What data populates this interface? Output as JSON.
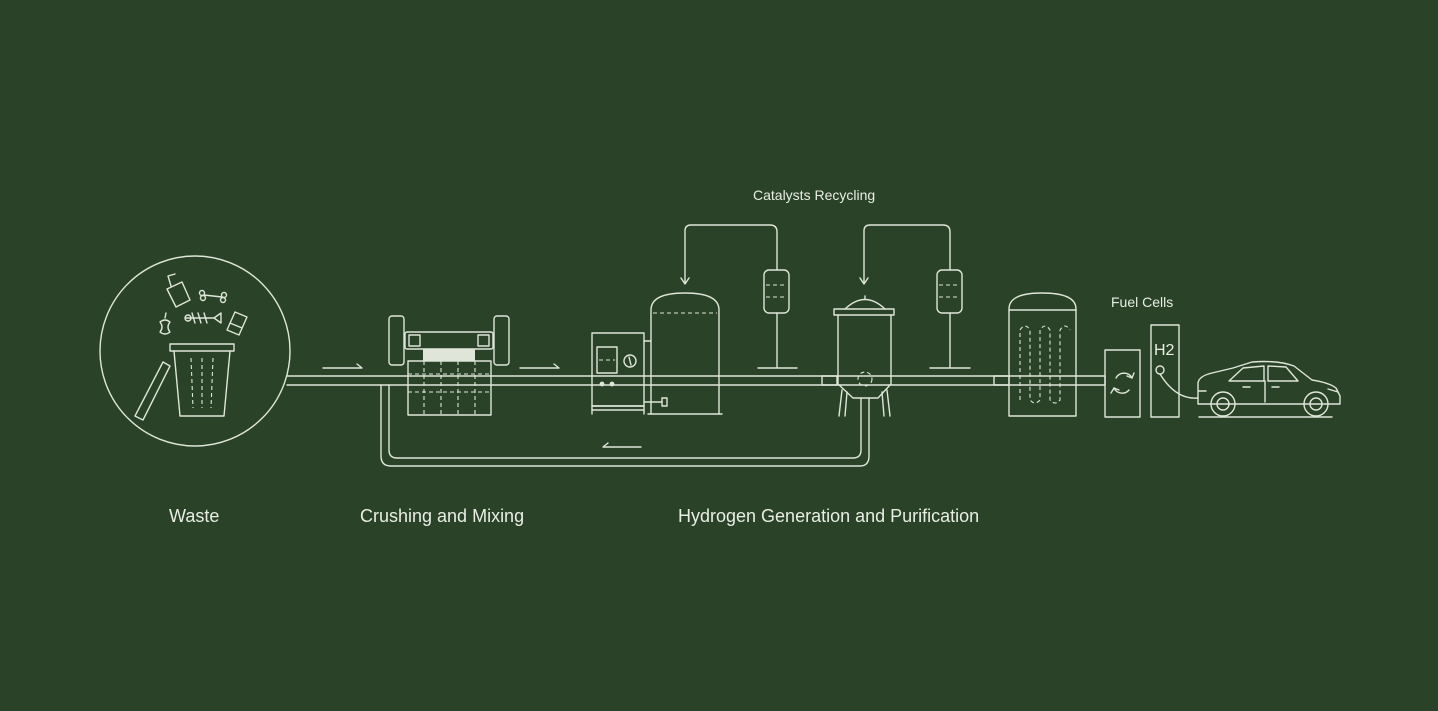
{
  "labels": {
    "waste": "Waste",
    "crushing": "Crushing and Mixing",
    "hydrogen": "Hydrogen Generation and Purification",
    "catalysts": "Catalysts Recycling",
    "fuel_cells": "Fuel Cells",
    "h2": "H2"
  },
  "colors": {
    "background": "#2a4228",
    "line": "#dfe6d9"
  }
}
